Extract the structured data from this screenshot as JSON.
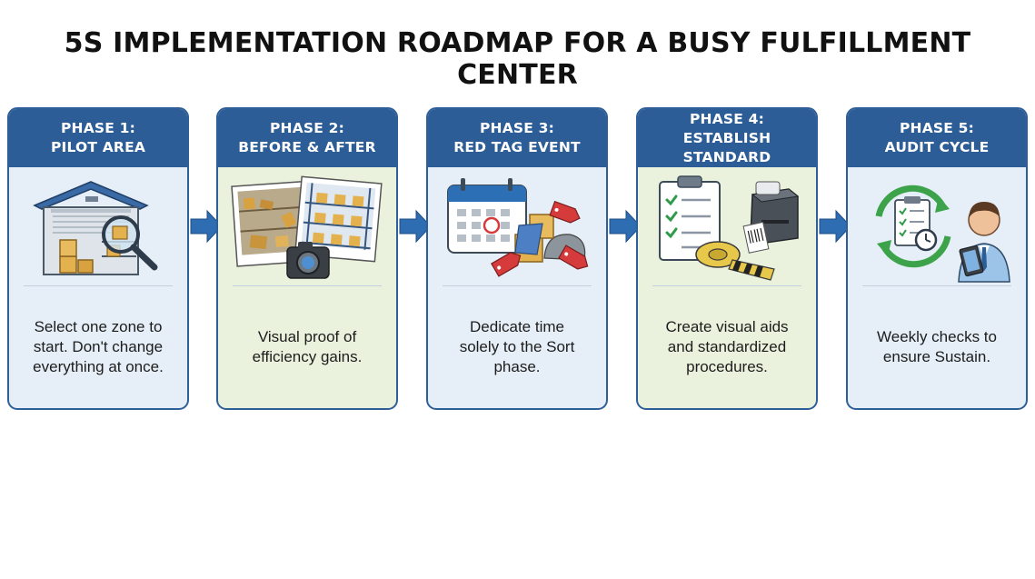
{
  "title": "5S IMPLEMENTATION ROADMAP FOR A BUSY FULFILLMENT CENTER",
  "colors": {
    "header": "#2c5d97",
    "border": "#2f5f98",
    "card_blue": "#e6eef7",
    "card_green": "#eaf2dd",
    "arrow": "#2f6db3"
  },
  "phases": [
    {
      "label": "PHASE 1:",
      "name": "PILOT AREA",
      "icon": "warehouse-magnifier-icon",
      "lines": [
        "Select one zone to",
        "start. Don't change",
        "everything at once."
      ]
    },
    {
      "label": "PHASE 2:",
      "name": "BEFORE & AFTER",
      "icon": "before-after-photos-camera-icon",
      "lines": [
        "Visual proof of",
        "efficiency gains."
      ]
    },
    {
      "label": "PHASE 3:",
      "name": "RED TAG EVENT",
      "icon": "calendar-red-tags-icon",
      "lines": [
        "Dedicate time",
        "solely to the Sort",
        "phase."
      ]
    },
    {
      "label": "PHASE 4:",
      "name": "ESTABLISH STANDARD",
      "icon": "checklist-tape-label-printer-icon",
      "lines": [
        "Create visual aids",
        "and standardized",
        "procedures."
      ]
    },
    {
      "label": "PHASE 5:",
      "name": "AUDIT CYCLE",
      "icon": "audit-cycle-inspector-icon",
      "lines": [
        "Weekly checks to",
        "ensure Sustain."
      ]
    }
  ]
}
